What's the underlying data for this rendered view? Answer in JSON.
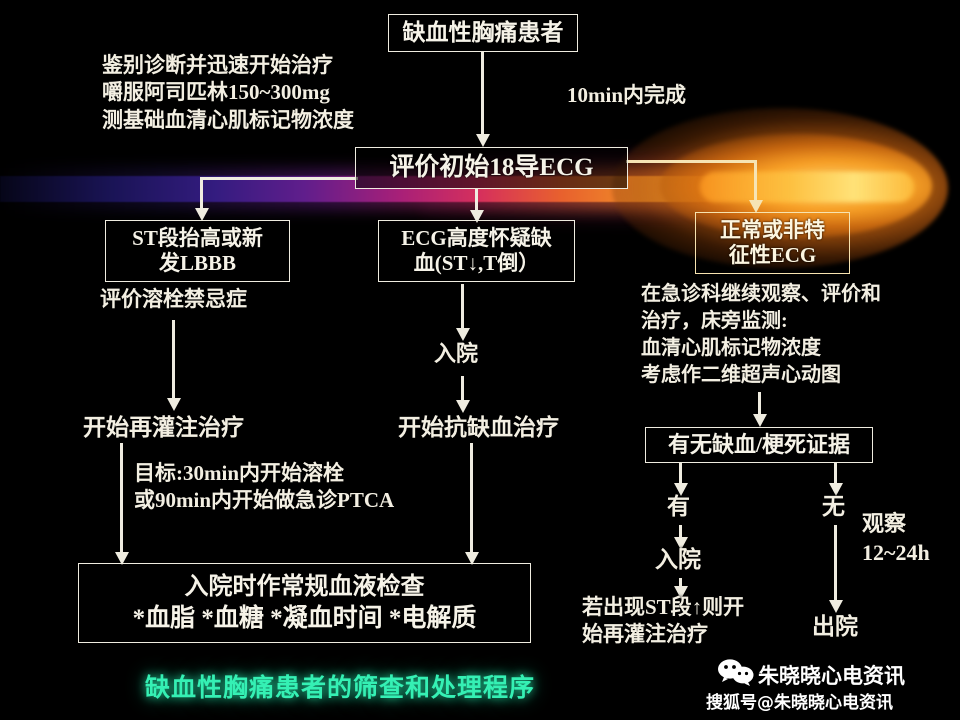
{
  "meta": {
    "title": "缺血性胸痛患者的筛查和处理程序",
    "accent_green": "#35f0b4",
    "accent_amber": "#f6e4b4",
    "text_color": "#f3efe2",
    "background": "#000000"
  },
  "nodes": {
    "patient": "缺血性胸痛患者",
    "initial_ecg": "评价初始18导ECG",
    "branch_left": "ST段抬高或新\n发LBBB",
    "branch_mid": "ECG高度怀疑缺\n血(ST↓,T倒）",
    "branch_right": "正常或非特\n征性ECG",
    "evidence": "有无缺血/梗死证据",
    "bloodwork_line1": "入院时作常规血液检查",
    "bloodwork_line2": "*血脂 *血糖 *凝血时间 *电解质"
  },
  "annotations": {
    "initial_actions": "鉴别诊断并迅速开始治疗\n嚼服阿司匹林150~300mg\n测基础血清心肌标记物浓度",
    "within_10min": "10min内完成",
    "contraindication": "评价溶栓禁忌症",
    "admit_mid": "入院",
    "ed_management": "在急诊科继续观察、评价和\n治疗，床旁监测:\n血清心肌标记物浓度\n考虑作二维超声心动图",
    "reperfusion": "开始再灌注治疗",
    "anti_ischemia": "开始抗缺血治疗",
    "targets": "目标:30min内开始溶栓\n或90min内开始做急诊PTCA",
    "yes_label": "有",
    "no_label": "无",
    "admit_right": "入院",
    "st_elevation_note": "若出现ST段↑则开\n始再灌注治疗",
    "observe": "观察\n12~24h",
    "discharge": "出院"
  },
  "footer": {
    "title": "缺血性胸痛患者的筛查和处理程序",
    "watermark_main": "朱晓晓心电资讯",
    "watermark_sub": "搜狐号@朱晓晓心电资讯",
    "wechat_icon": "wechat-icon"
  }
}
